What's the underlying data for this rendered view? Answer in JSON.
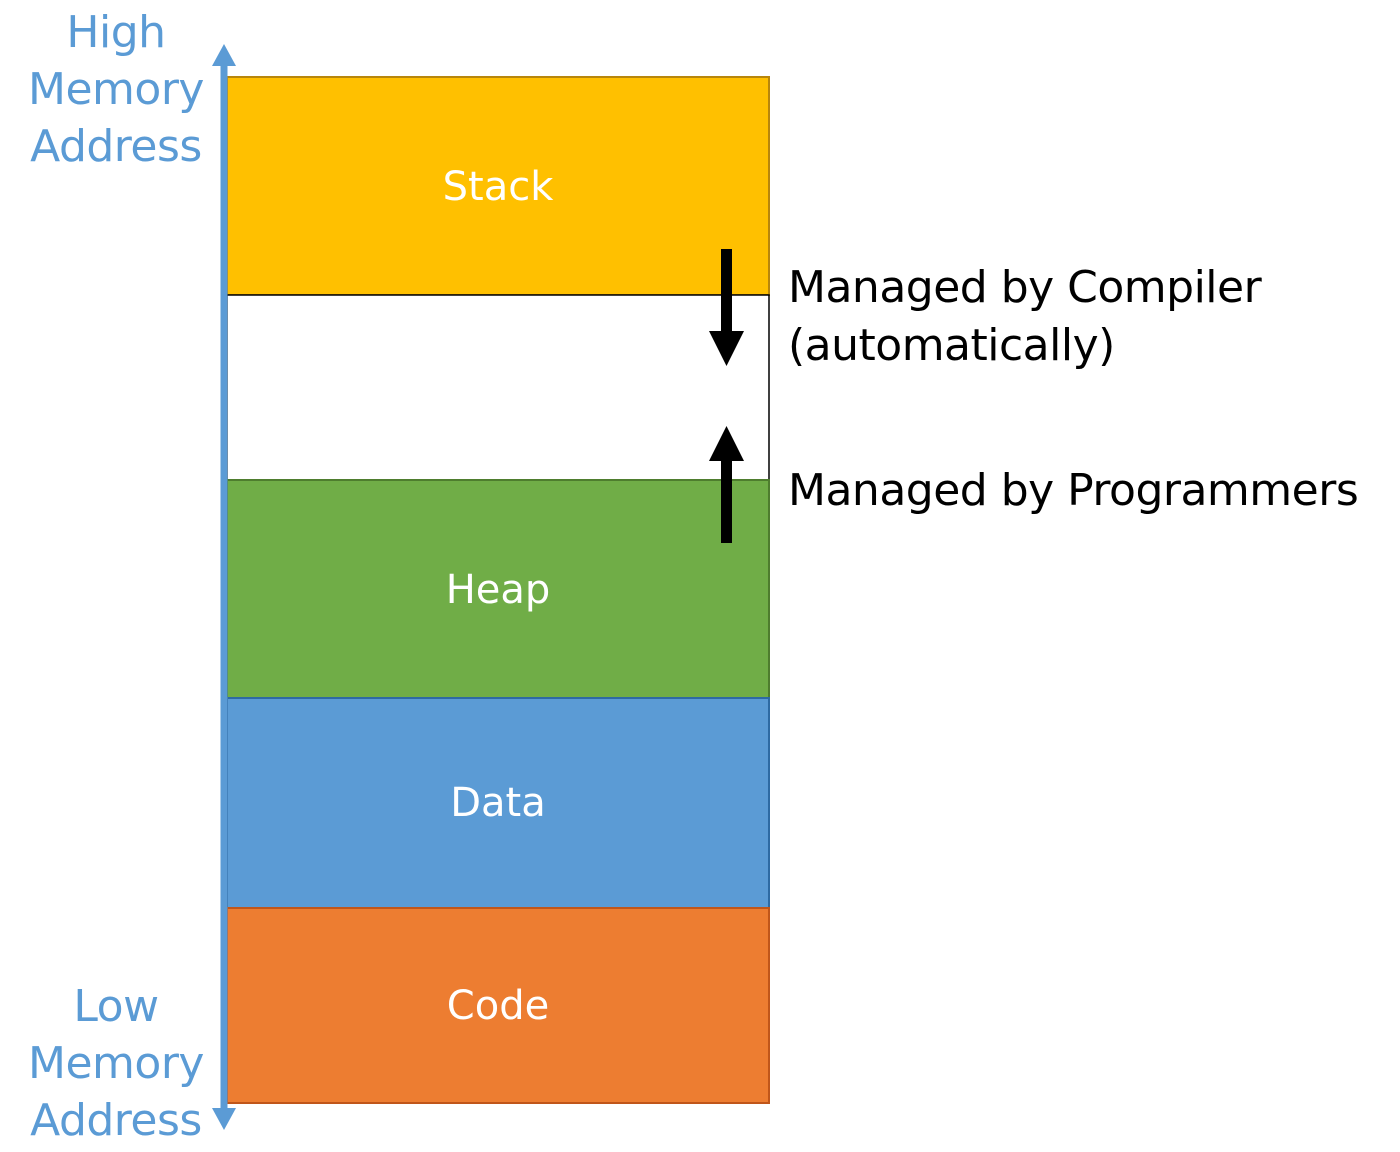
{
  "high_address": {
    "line1": "High",
    "line2": "Memory",
    "line3": "Address"
  },
  "low_address": {
    "line1": "Low",
    "line2": "Memory",
    "line3": "Address"
  },
  "segments": [
    {
      "label": "Stack",
      "color": "#ffc000"
    },
    {
      "label": "",
      "color": "#ffffff"
    },
    {
      "label": "Heap",
      "color": "#70ad47"
    },
    {
      "label": "Data",
      "color": "#5b9bd5"
    },
    {
      "label": "Code",
      "color": "#ed7d31"
    }
  ],
  "annotations": {
    "compiler_line1": "Managed by Compiler",
    "compiler_line2": "(automatically)",
    "programmers": "Managed by Programmers"
  },
  "colors": {
    "axis": "#5b9bd5",
    "arrows": "#000000"
  }
}
